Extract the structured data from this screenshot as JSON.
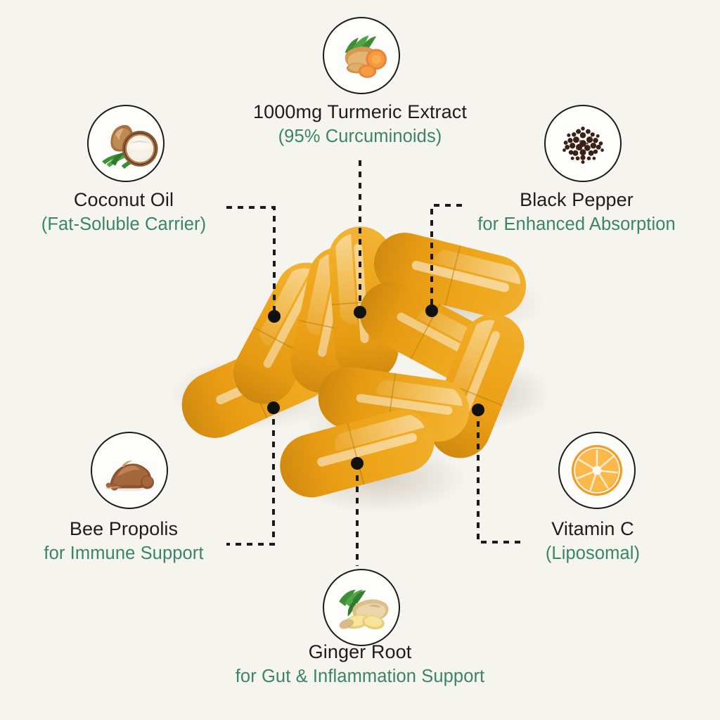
{
  "background_color": "#f6f4ef",
  "accent_color": "#3a8468",
  "title_color": "#1d1d1b",
  "capsule_color": "#efa81e",
  "connector_color": "#1b1b1b",
  "product": {
    "capsule_count": 9
  },
  "callouts": [
    {
      "id": "turmeric",
      "icon": "turmeric-root-icon",
      "title": "1000mg Turmeric Extract",
      "subtitle": "(95% Curcuminoids)",
      "position": "top-center"
    },
    {
      "id": "coconut-oil",
      "icon": "coconut-icon",
      "title": "Coconut Oil",
      "subtitle": "(Fat-Soluble Carrier)",
      "position": "top-left"
    },
    {
      "id": "black-pepper",
      "icon": "peppercorns-icon",
      "title": "Black Pepper",
      "subtitle": "for Enhanced Absorption",
      "position": "top-right"
    },
    {
      "id": "bee-propolis",
      "icon": "propolis-icon",
      "title": "Bee Propolis",
      "subtitle": "for Immune Support",
      "position": "bottom-left"
    },
    {
      "id": "vitamin-c",
      "icon": "orange-slice-icon",
      "title": "Vitamin C",
      "subtitle": "(Liposomal)",
      "position": "bottom-right"
    },
    {
      "id": "ginger-root",
      "icon": "ginger-root-icon",
      "title": "Ginger Root",
      "subtitle": "for Gut & Inflammation Support",
      "position": "bottom-center"
    }
  ]
}
